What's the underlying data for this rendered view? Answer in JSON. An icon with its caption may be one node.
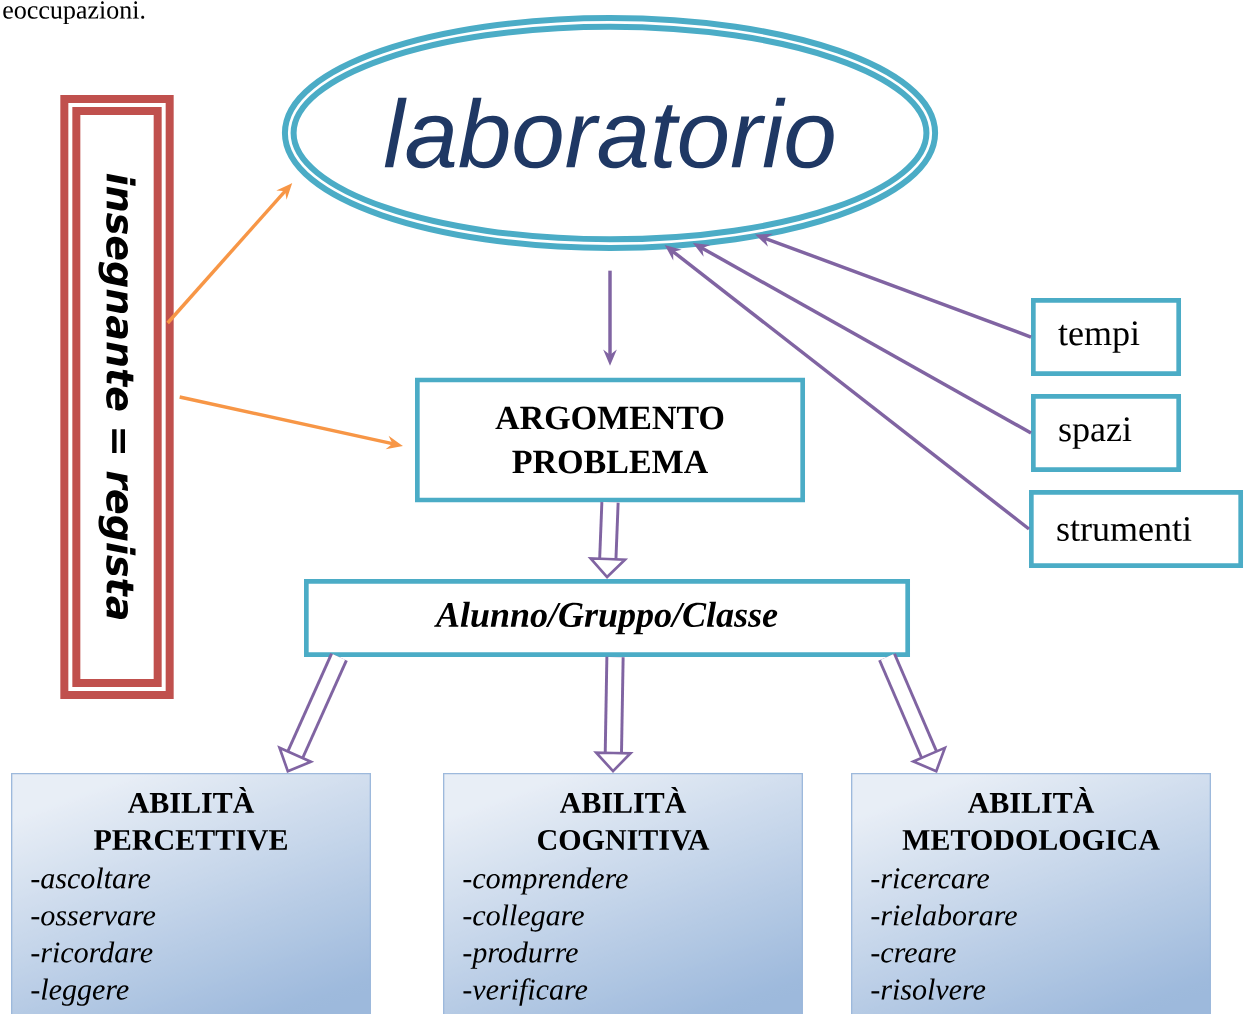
{
  "diagram": {
    "nodes": [
      {
        "text": [
          "laboratorio"
        ]
      },
      {
        "text": [
          "insegnante = regista"
        ]
      },
      {
        "text": [
          "ARGOMENTO PROBLEMA"
        ]
      },
      {
        "text": [
          "tempi"
        ]
      },
      {
        "text": [
          "spazi"
        ]
      },
      {
        "text": [
          "strumenti"
        ]
      },
      {
        "text": [
          "Alunno/Gruppo/Classe"
        ]
      },
      {
        "text": [
          "ABILITÀ PERCETTIVE",
          "-ascoltare",
          "-osservare",
          "-ricordare",
          "-leggere"
        ]
      },
      {
        "text": [
          "ABILITÀ COGNITIVA",
          "-comprendere",
          "-collegare",
          "-produrre",
          "-verificare"
        ]
      },
      {
        "text": [
          "ABILITÀ METODOLOGICA",
          "-ricercare",
          "-rielaborare",
          "-creare",
          "-risolvere"
        ]
      }
    ],
    "edges": [
      {
        "from": 1,
        "to": 0,
        "arrow": "to",
        "color": "#f79646"
      },
      {
        "from": 1,
        "to": 2,
        "arrow": "to",
        "color": "#f79646"
      },
      {
        "from": 0,
        "to": 2,
        "arrow": "to"
      },
      {
        "from": 3,
        "to": 0,
        "arrow": "to"
      },
      {
        "from": 4,
        "to": 0,
        "arrow": "to"
      },
      {
        "from": 5,
        "to": 0,
        "arrow": "to"
      },
      {
        "from": 2,
        "to": 6,
        "arrow": "to",
        "style": "thick"
      },
      {
        "from": 6,
        "to": 7,
        "arrow": "to",
        "style": "thick"
      },
      {
        "from": 6,
        "to": 8,
        "arrow": "to",
        "style": "thick"
      },
      {
        "from": 6,
        "to": 9,
        "arrow": "to",
        "style": "thick"
      }
    ],
    "labels": [
      "eoccupazioni."
    ]
  }
}
